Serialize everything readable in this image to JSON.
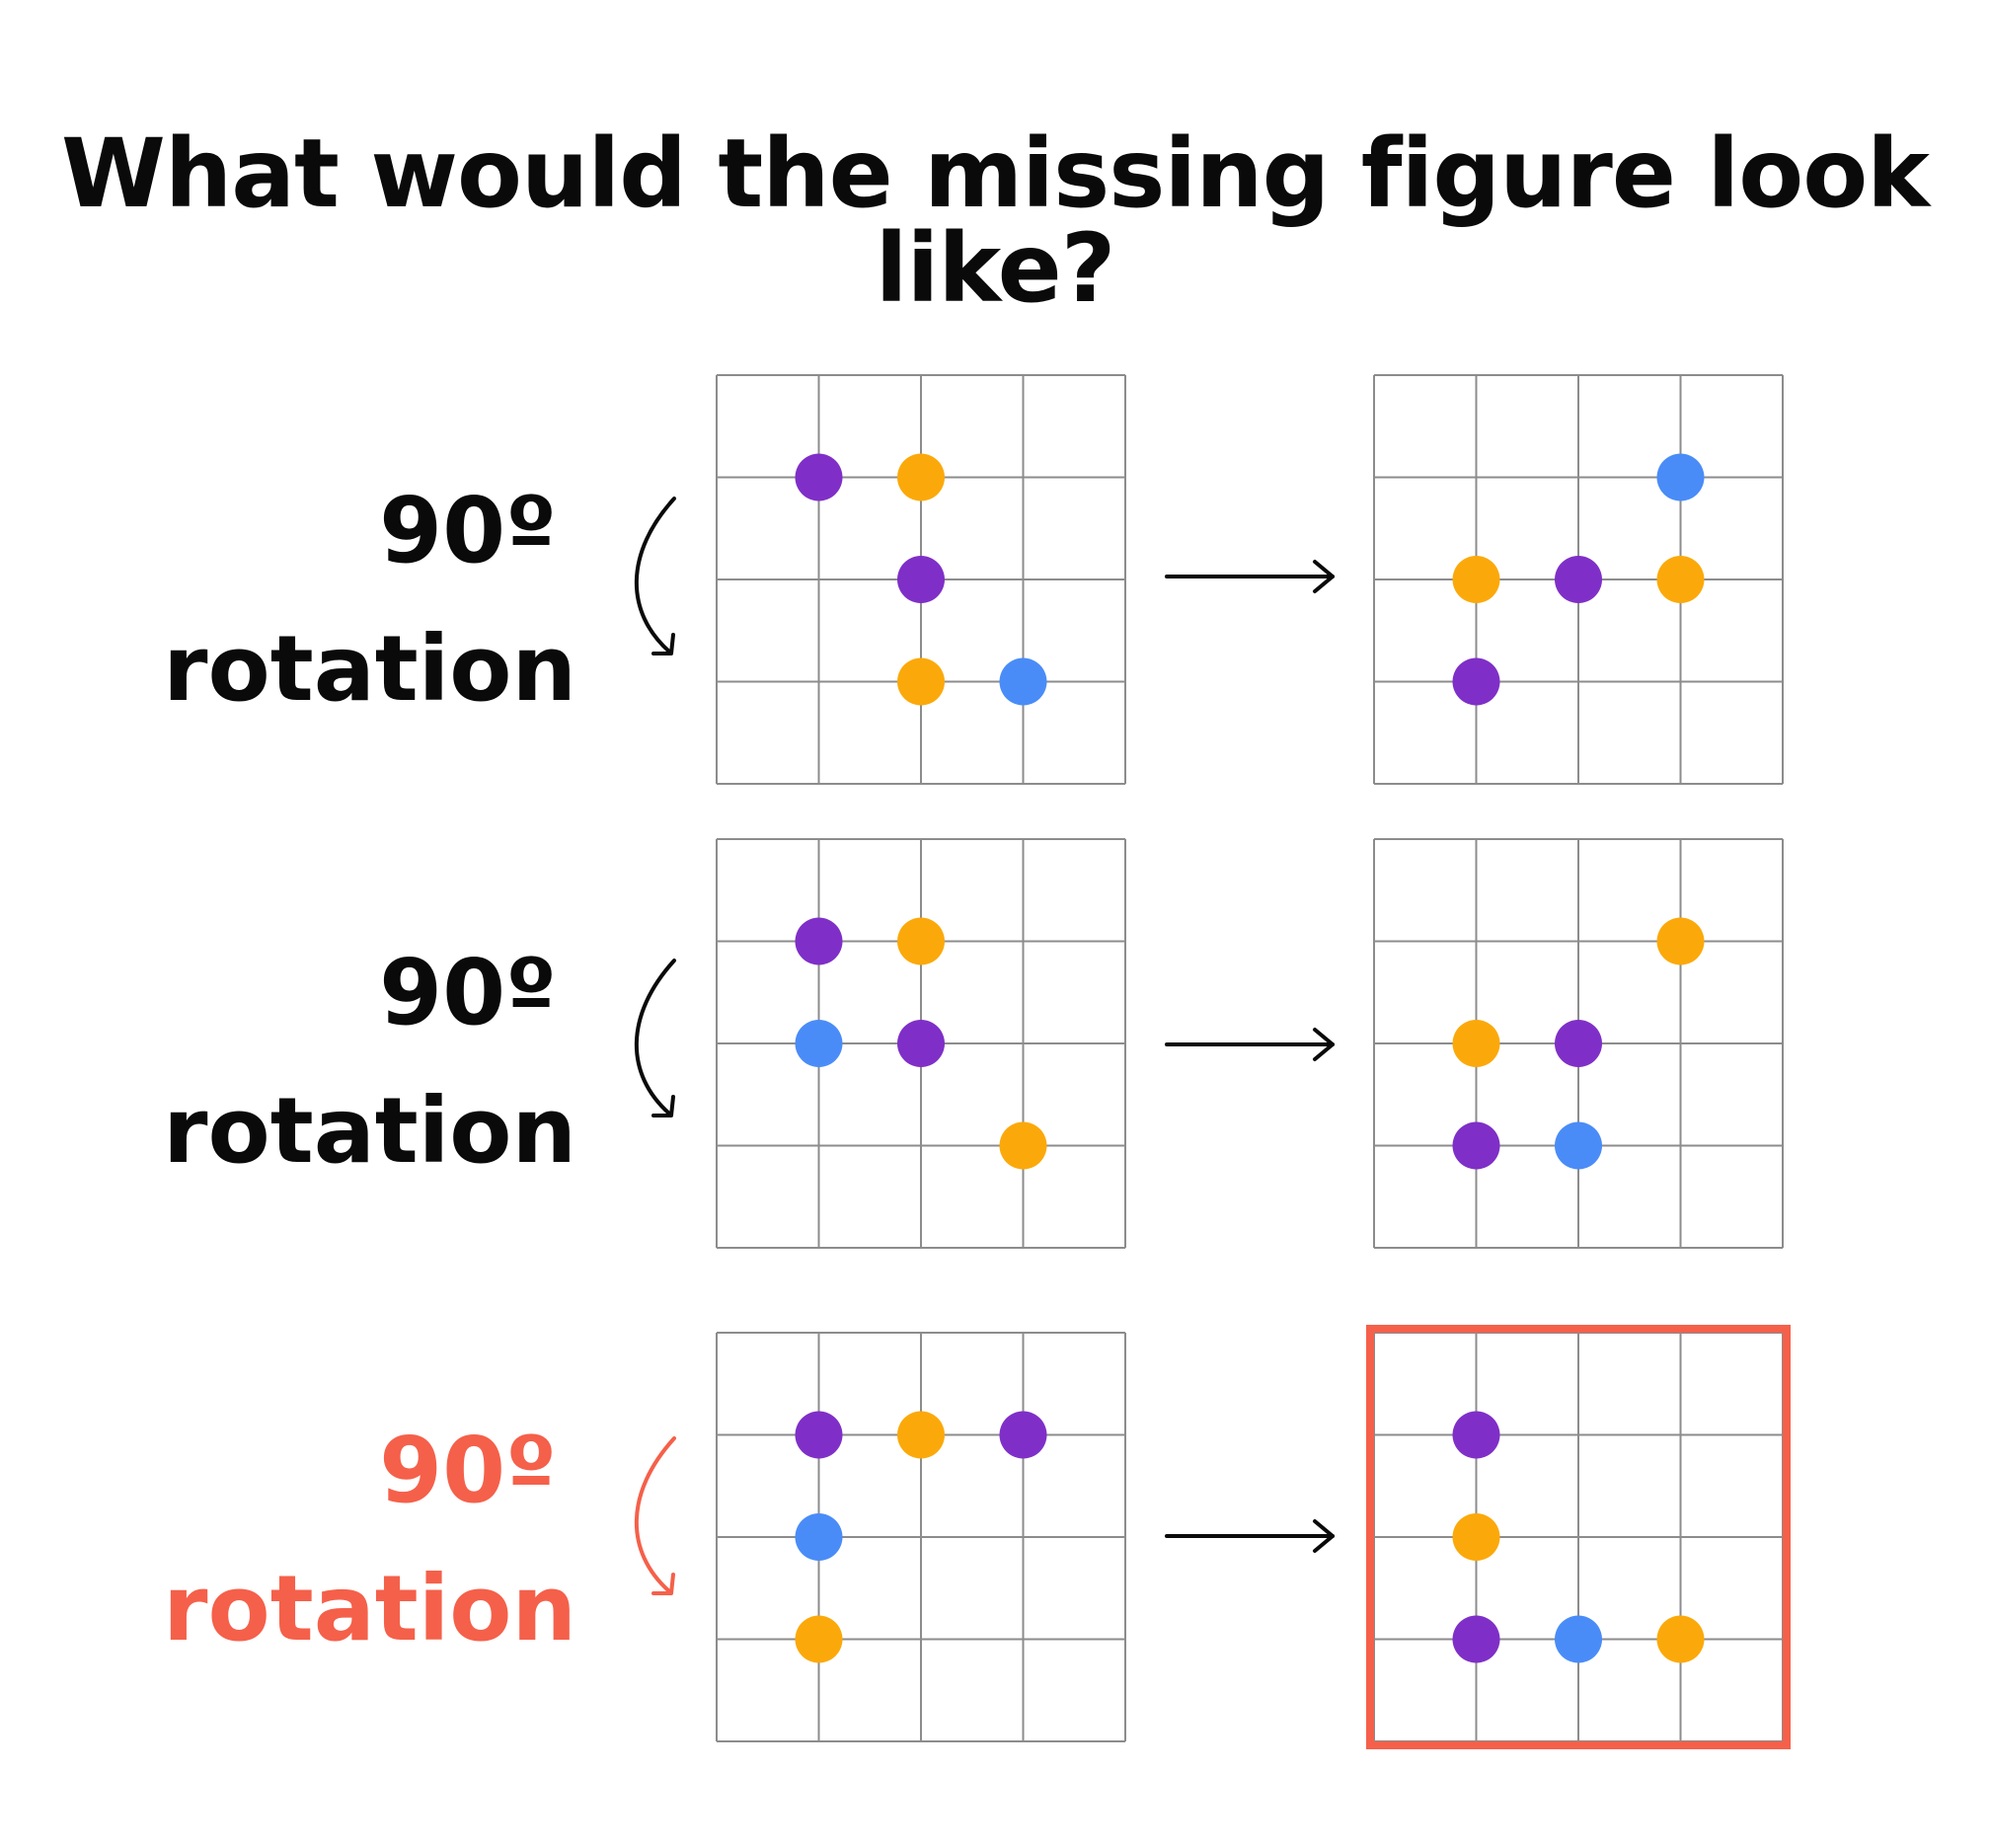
{
  "title": "What would the missing figure look like?",
  "colors": {
    "purple": "#7f2fc7",
    "orange": "#fba90a",
    "blue": "#4a8cf7",
    "grid_line": "#8c8c8c",
    "highlight": "#f5604a",
    "text": "#0a0a0a"
  },
  "rows": [
    {
      "label_degree": "90º",
      "label_word": "rotation",
      "highlighted": false,
      "left_dots": [
        {
          "row": 1,
          "col": 1,
          "color": "purple"
        },
        {
          "row": 1,
          "col": 2,
          "color": "orange"
        },
        {
          "row": 2,
          "col": 2,
          "color": "purple"
        },
        {
          "row": 3,
          "col": 2,
          "color": "orange"
        },
        {
          "row": 3,
          "col": 3,
          "color": "blue"
        }
      ],
      "right_dots": [
        {
          "row": 1,
          "col": 3,
          "color": "blue"
        },
        {
          "row": 2,
          "col": 1,
          "color": "orange"
        },
        {
          "row": 2,
          "col": 2,
          "color": "purple"
        },
        {
          "row": 2,
          "col": 3,
          "color": "orange"
        },
        {
          "row": 3,
          "col": 1,
          "color": "purple"
        }
      ]
    },
    {
      "label_degree": "90º",
      "label_word": "rotation",
      "highlighted": false,
      "left_dots": [
        {
          "row": 1,
          "col": 1,
          "color": "purple"
        },
        {
          "row": 1,
          "col": 2,
          "color": "orange"
        },
        {
          "row": 2,
          "col": 1,
          "color": "blue"
        },
        {
          "row": 2,
          "col": 2,
          "color": "purple"
        },
        {
          "row": 3,
          "col": 3,
          "color": "orange"
        }
      ],
      "right_dots": [
        {
          "row": 1,
          "col": 3,
          "color": "orange"
        },
        {
          "row": 2,
          "col": 1,
          "color": "orange"
        },
        {
          "row": 2,
          "col": 2,
          "color": "purple"
        },
        {
          "row": 3,
          "col": 1,
          "color": "purple"
        },
        {
          "row": 3,
          "col": 2,
          "color": "blue"
        }
      ]
    },
    {
      "label_degree": "90º",
      "label_word": "rotation",
      "highlighted": true,
      "left_dots": [
        {
          "row": 1,
          "col": 1,
          "color": "purple"
        },
        {
          "row": 1,
          "col": 2,
          "color": "orange"
        },
        {
          "row": 1,
          "col": 3,
          "color": "purple"
        },
        {
          "row": 2,
          "col": 1,
          "color": "blue"
        },
        {
          "row": 3,
          "col": 1,
          "color": "orange"
        }
      ],
      "right_dots": [
        {
          "row": 1,
          "col": 1,
          "color": "purple"
        },
        {
          "row": 2,
          "col": 1,
          "color": "orange"
        },
        {
          "row": 3,
          "col": 1,
          "color": "purple"
        },
        {
          "row": 3,
          "col": 2,
          "color": "blue"
        },
        {
          "row": 3,
          "col": 3,
          "color": "orange"
        }
      ]
    }
  ]
}
